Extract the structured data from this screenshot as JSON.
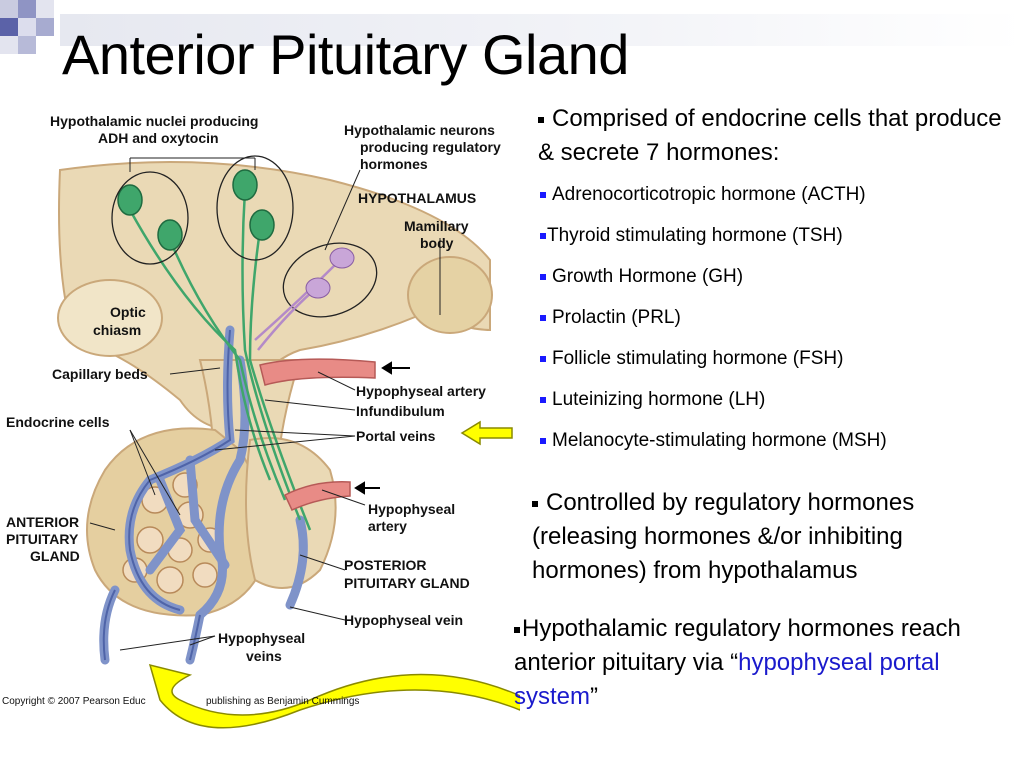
{
  "title": "Anterior Pituitary Gland",
  "intro": {
    "text": "Comprised of endocrine cells that produce & secrete 7 hormones:"
  },
  "hormones": [
    "Adrenocorticotropic hormone (ACTH)",
    "Thyroid stimulating hormone (TSH)",
    "Growth Hormone (GH)",
    "Prolactin (PRL)",
    "Follicle stimulating hormone (FSH)",
    "Luteinizing hormone (LH)",
    "Melanocyte-stimulating hormone (MSH)"
  ],
  "control": {
    "text": "Controlled by regulatory hormones (releasing hormones &/or inhibiting hormones) from hypothalamus"
  },
  "portal": {
    "prefix": "Hypothalamic regulatory hormones reach anterior pituitary via “",
    "highlight": "hypophyseal portal system",
    "suffix": "”"
  },
  "diagram": {
    "labels": {
      "nuclei_1": "Hypothalamic nuclei producing",
      "nuclei_2": "ADH and oxytocin",
      "neurons_1": "Hypothalamic neurons",
      "neurons_2": "producing regulatory",
      "neurons_3": "hormones",
      "hypothalamus": "HYPOTHALAMUS",
      "mamillary_1": "Mamillary",
      "mamillary_2": "body",
      "optic_1": "Optic",
      "optic_2": "chiasm",
      "capillary": "Capillary beds",
      "artery_top": "Hypophyseal artery",
      "infundibulum": "Infundibulum",
      "endocrine": "Endocrine cells",
      "portal_veins": "Portal veins",
      "artery_low_1": "Hypophyseal",
      "artery_low_2": "artery",
      "anterior_1": "ANTERIOR",
      "anterior_2": "PITUITARY",
      "anterior_3": "GLAND",
      "posterior_1": "POSTERIOR",
      "posterior_2": "PITUITARY GLAND",
      "vein": "Hypophyseal vein",
      "veins_1": "Hypophyseal",
      "veins_2": "veins",
      "copyright": "Copyright © 2007 Pearson Educ",
      "copyright_2": "publishing as Benjamin Cummings"
    }
  },
  "colors": {
    "bullet_blue": "#1a1aff",
    "highlight_blue": "#1a1acc",
    "arrow_yellow": "#ffff00",
    "tissue": "#ead9b5",
    "vessel_blue": "#7f93c9",
    "neuron_green": "#3fa66b",
    "neuron_purple": "#b48ac8",
    "artery_red": "#e88b86"
  }
}
